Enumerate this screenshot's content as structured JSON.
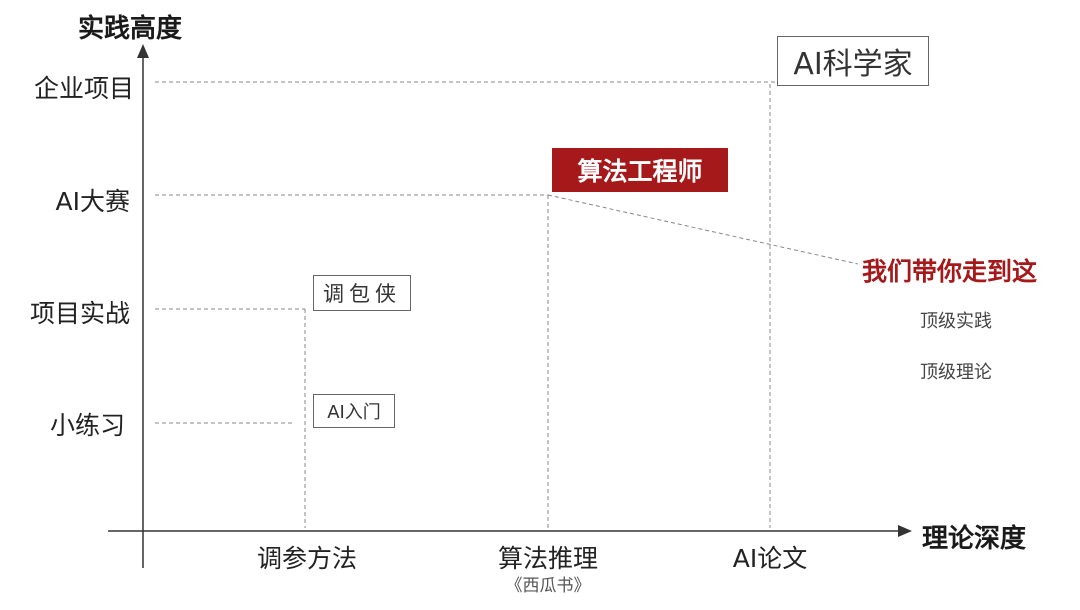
{
  "axes": {
    "y_title": "实践高度",
    "x_title": "理论深度",
    "y_ticks": [
      "企业项目",
      "AI大赛",
      "项目实战",
      "小练习"
    ],
    "x_ticks": [
      "调参方法",
      "算法推理",
      "AI论文"
    ],
    "x_subtitle": "《西瓜书》"
  },
  "nodes": {
    "scientist": "AI科学家",
    "engineer": "算法工程师",
    "tuner": "调包侠",
    "intro": "AI入门"
  },
  "callout": {
    "headline": "我们带你走到这",
    "item1": "顶级实践",
    "item2": "顶级理论"
  },
  "colors": {
    "accent": "#a6191b",
    "axis": "#333333",
    "guide": "#888888"
  }
}
